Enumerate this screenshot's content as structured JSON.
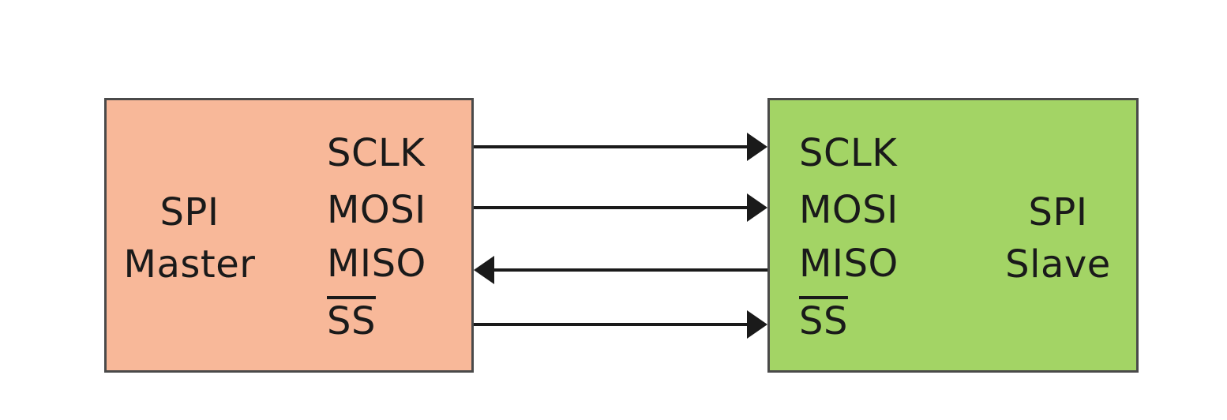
{
  "colors": {
    "master_fill": "#f8b899",
    "slave_fill": "#a3d465",
    "border": "#4a4a4a",
    "signal_line": "#1a1a1a",
    "text": "#1a1a1a"
  },
  "master": {
    "name_line1": "SPI",
    "name_line2": "Master",
    "pins": [
      "SCLK",
      "MOSI",
      "MISO",
      "SS"
    ]
  },
  "slave": {
    "name_line1": "SPI",
    "name_line2": "Slave",
    "pins": [
      "SCLK",
      "MOSI",
      "MISO",
      "SS"
    ]
  },
  "connections": [
    {
      "signal": "SCLK",
      "direction": "master-to-slave"
    },
    {
      "signal": "MOSI",
      "direction": "master-to-slave"
    },
    {
      "signal": "MISO",
      "direction": "slave-to-master"
    },
    {
      "signal": "SS",
      "direction": "master-to-slave",
      "active_low": true
    }
  ]
}
